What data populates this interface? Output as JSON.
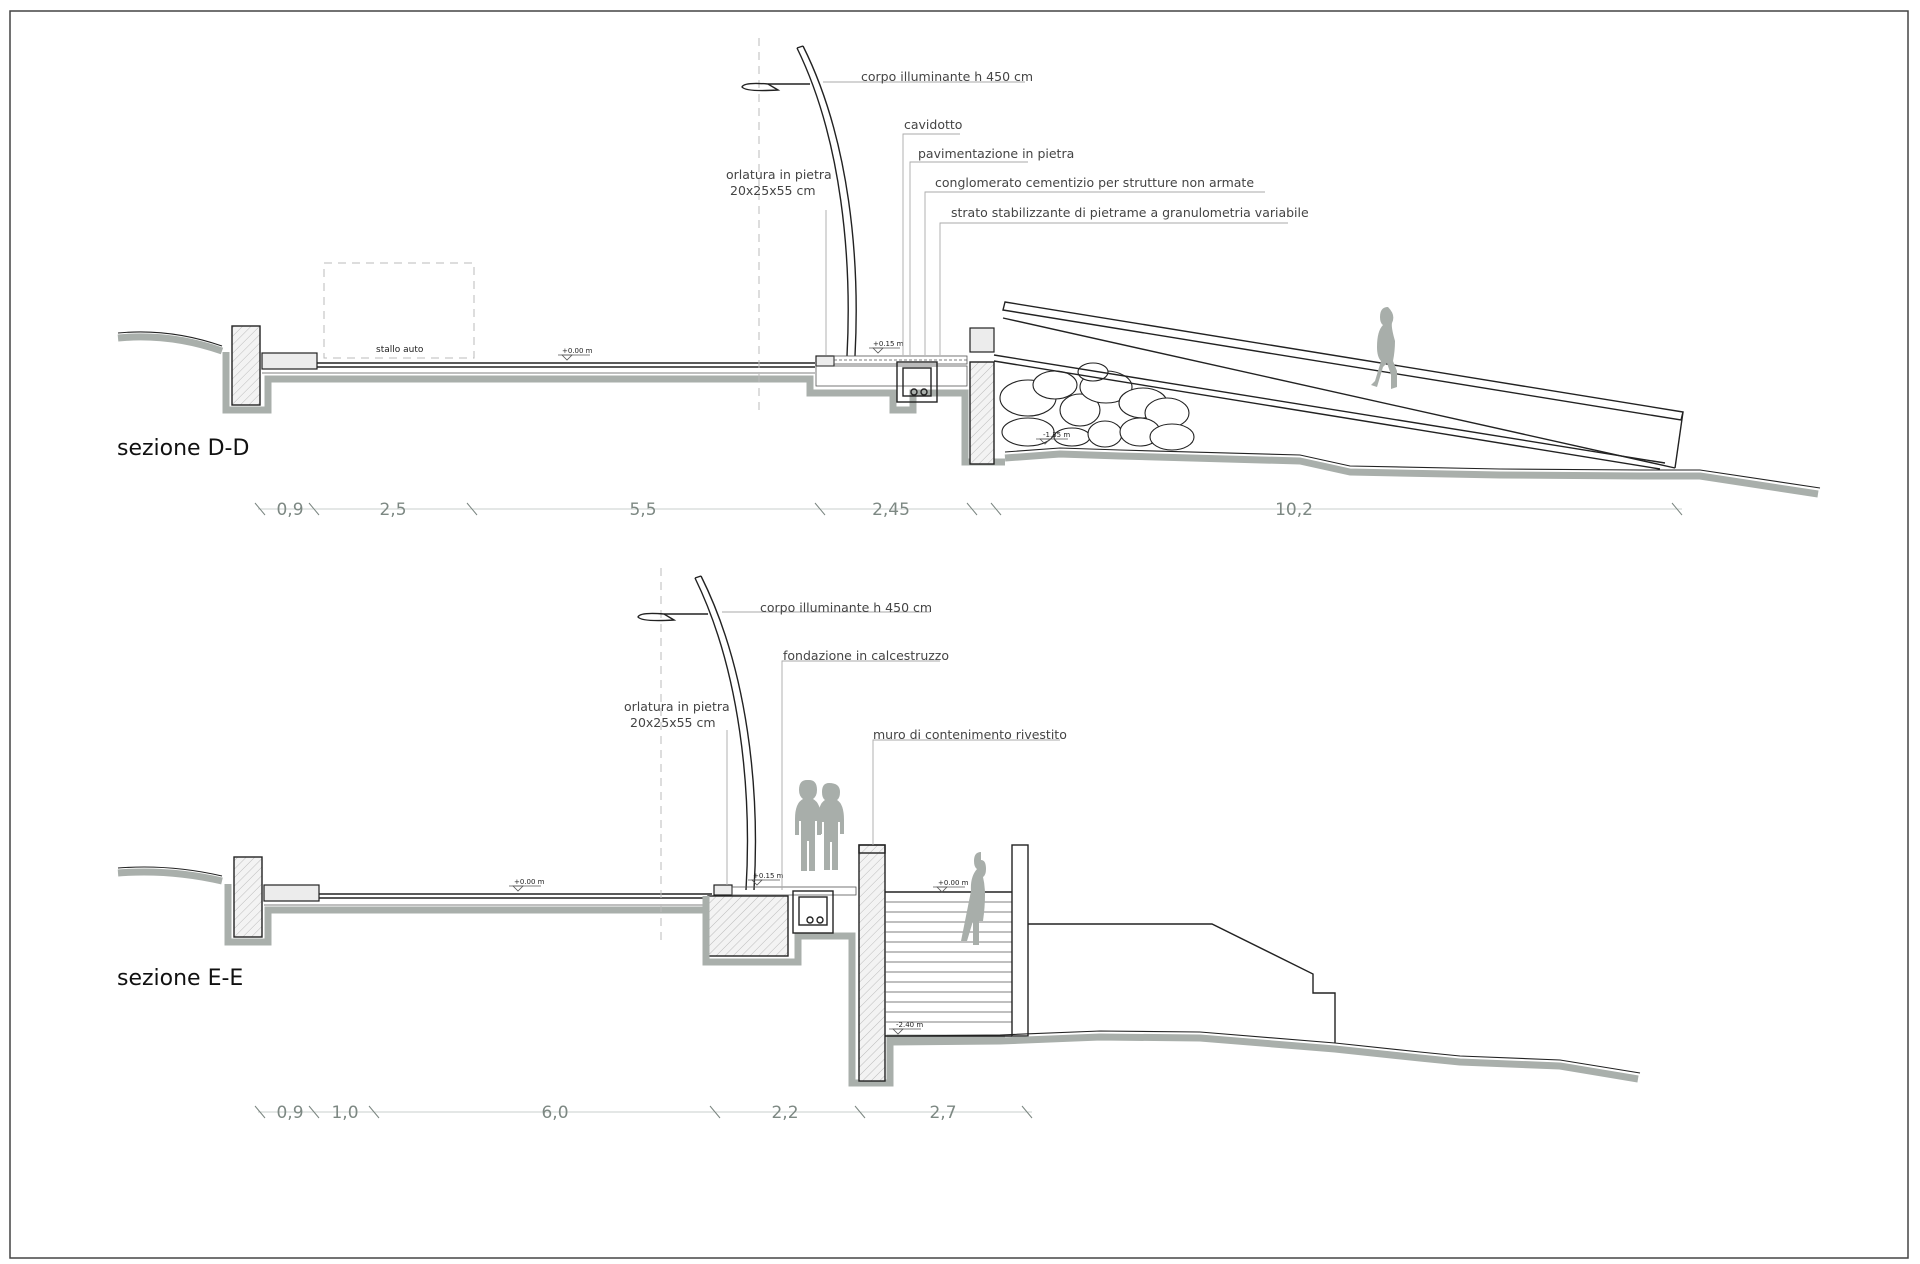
{
  "section_dd": {
    "title": "sezione D-D",
    "labels": {
      "lamp": "corpo illuminante h 450 cm",
      "conduit": "cavidotto",
      "stone_paving": "pavimentazione in pietra",
      "concrete": "conglomerato cementizio per strutture non armate",
      "stabilizing": "strato stabilizzante di pietrame a granulometria variabile",
      "curb_line1": "orlatura in pietra",
      "curb_line2": "20x25x55 cm",
      "parking": "stallo auto"
    },
    "levels": [
      "+0.00 m",
      "+0.15 m",
      "-1.35 m"
    ],
    "dimensions": [
      "0,9",
      "2,5",
      "5,5",
      "2,45",
      "10,2"
    ]
  },
  "section_ee": {
    "title": "sezione E-E",
    "labels": {
      "lamp": "corpo illuminante h 450 cm",
      "foundation": "fondazione in calcestruzzo",
      "curb_line1": "orlatura in pietra",
      "curb_line2": "20x25x55 cm",
      "retaining_wall": "muro di contenimento rivestito"
    },
    "levels": [
      "+0.00 m",
      "+0.15 m",
      "+0.00 m",
      "-2.40 m"
    ],
    "dimensions": [
      "0,9",
      "1,0",
      "6,0",
      "2,2",
      "2,7"
    ]
  },
  "icons": [
    "person-silhouette-icon",
    "street-lamp-icon",
    "level-marker-icon"
  ]
}
